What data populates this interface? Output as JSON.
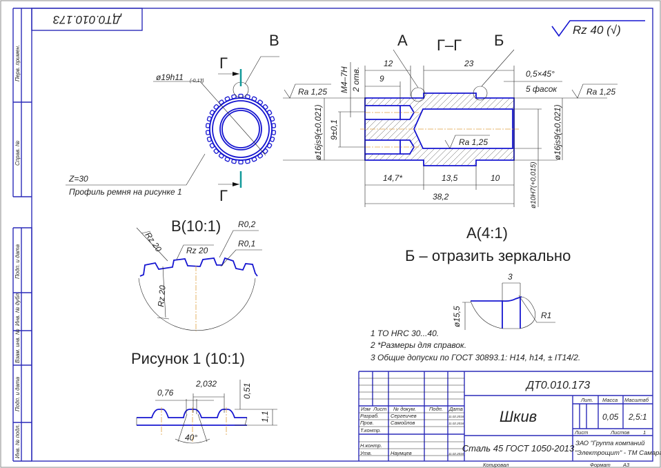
{
  "stamp_top": "ДТ0.010.173",
  "side_labels": [
    "Перв. примен.",
    "Справ. №",
    "Подп. и дата",
    "Инв. № дубл.",
    "Взам. инв. №",
    "Подп. и дата",
    "Инв. № подл."
  ],
  "roughness_general": "Rz 40 (√)",
  "pulley_view": {
    "section_mark": "Г",
    "detail_mark": "В",
    "diameter": "ø19h11",
    "diameter_tolerance": "(-0,13)",
    "teeth": "Z=30",
    "profile_note": "Профиль ремня на рисунке 1"
  },
  "section": {
    "title": "Г–Г",
    "mark_a": "А",
    "mark_b": "Б",
    "dim_12": "12",
    "dim_9": "9",
    "dim_23": "23",
    "chamfer": "0,5×45°",
    "chamfer_count": "5 фасок",
    "roughness_left": "Ra 1,25",
    "roughness_right": "Ra 1,25",
    "roughness_bore": "Ra 1,25",
    "thread": "M4–7H",
    "thread_count": "2 отв.",
    "diameter_left": "ø16js9(±0,021)",
    "diameter_right": "ø16js9(±0,021)",
    "hole_spacing": "9±0,1",
    "dim_14_7": "14,7*",
    "dim_13_5": "13,5",
    "dim_10": "10",
    "dim_38_2": "38,2",
    "bore": "ø10H7(+0,015)"
  },
  "detail_v": {
    "title": "В(10:1)",
    "rz_1": "Rz 20",
    "rz_2": "Rz 20",
    "rz_3": "Rz 20",
    "r_02": "R0,2",
    "r_01": "R0,1"
  },
  "figure1": {
    "title": "Рисунок 1 (10:1)",
    "dim_076": "0,76",
    "dim_2032": "2,032",
    "dim_051": "0,51",
    "dim_11": "1,1",
    "angle": "40°"
  },
  "detail_a": {
    "title": "А(4:1)",
    "subtitle": "Б – отразить зеркально",
    "dim_3": "3",
    "diameter": "ø15,5",
    "radius": "R1"
  },
  "notes": [
    "1  ТО HRC 30...40.",
    "2  *Размеры для справок.",
    "3  Общие допуски по ГОСТ 30893.1: H14, h14, ± IT14/2."
  ],
  "title_block": {
    "designation": "ДТ0.010.173",
    "part_name": "Шкив",
    "material": "Сталь 45  ГОСТ 1050-2013",
    "headers": {
      "izm": "Изм",
      "list": "Лист",
      "doc_no": "№ докум.",
      "sign": "Подп.",
      "date": "Дата"
    },
    "roles": [
      {
        "role": "Разраб.",
        "name": "Сергеичев",
        "date": "11.02.2016"
      },
      {
        "role": "Пров.",
        "name": "Самойлов",
        "date": "11.02.2016"
      },
      {
        "role": "Т.контр.",
        "name": "",
        "date": ""
      },
      {
        "role": "Н.контр.",
        "name": "",
        "date": ""
      },
      {
        "role": "Утв.",
        "name": "Наумцев",
        "date": "11.02.2016"
      }
    ],
    "lit_label": "Лит.",
    "mass_label": "Масса",
    "scale_label": "Масштаб",
    "mass": "0,05",
    "scale": "2,5:1",
    "sheet_label": "Лист",
    "sheets_label": "Листов",
    "sheets": "1",
    "company_line1": "ЗАО \"Группа компаний",
    "company_line2": "\"Электрощит\" - ТМ Самара\"",
    "copied": "Копировал",
    "format_label": "Формат",
    "format": "А3"
  }
}
